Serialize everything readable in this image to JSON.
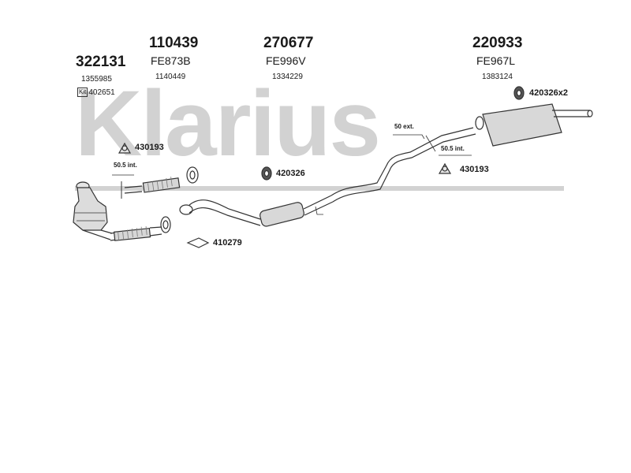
{
  "watermark": "Klarius",
  "parts": {
    "p1": {
      "number": "322131",
      "ref": "",
      "oe": "1355985",
      "kit_prefix": "Kit",
      "kit": "402651"
    },
    "p2": {
      "number": "110439",
      "ref": "FE873B",
      "oe": "1140449"
    },
    "p3": {
      "number": "270677",
      "ref": "FE996V",
      "oe": "1334229"
    },
    "p4": {
      "number": "220933",
      "ref": "FE967L",
      "oe": "1383124"
    }
  },
  "fittings": {
    "f1": "430193",
    "f2": "420326",
    "f3": "410279",
    "f4": "430193",
    "f5": "420326x2"
  },
  "dimensions": {
    "d1": "50.5 int.",
    "d2": "50 ext.",
    "d3": "50.5 int."
  }
}
